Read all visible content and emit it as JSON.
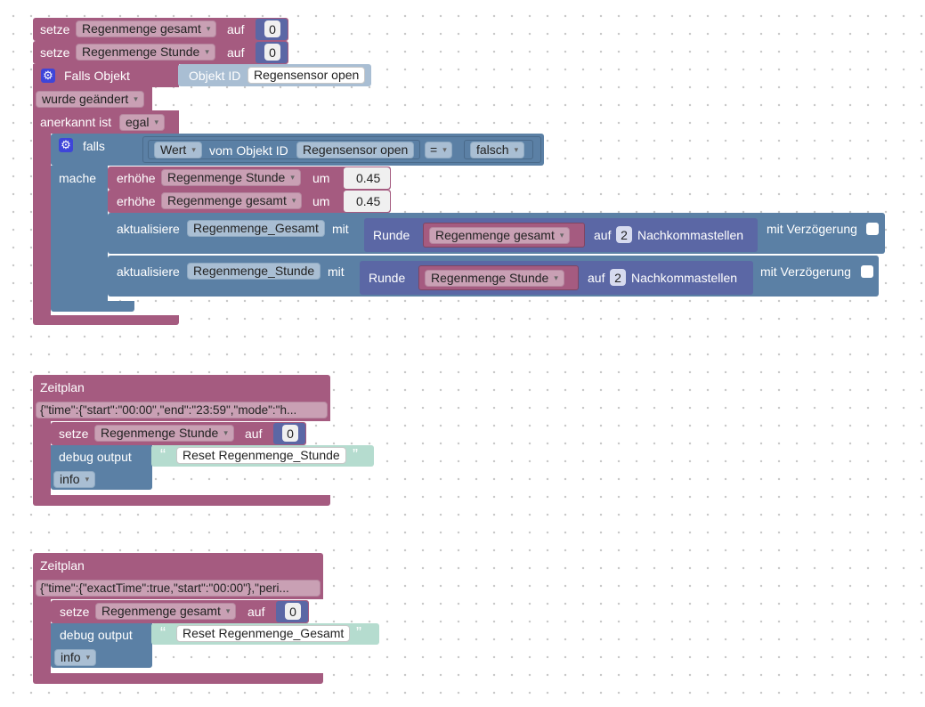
{
  "colors": {
    "procedure": "#a55b80",
    "logic": "#5b80a5",
    "math": "#5b67a5",
    "text": "#5ba58c",
    "object": "#a9bed3"
  },
  "script1": {
    "set1": {
      "kw": "setze",
      "var": "Regenmenge gesamt",
      "auf": "auf",
      "val": "0"
    },
    "set2": {
      "kw": "setze",
      "var": "Regenmenge Stunde",
      "auf": "auf",
      "val": "0"
    },
    "trigger": {
      "label": "Falls Objekt",
      "objekt_label": "Objekt ID",
      "objekt_value": "Regensensor open",
      "changed": "wurde geändert",
      "ack_label": "anerkannt ist",
      "ack_value": "egal"
    },
    "if_block": {
      "label": "falls",
      "mache": "mache",
      "wert": "Wert",
      "vom": "vom Objekt ID",
      "obj": "Regensensor open",
      "op": "=",
      "cmp": "falsch"
    },
    "inc1": {
      "kw": "erhöhe",
      "var": "Regenmenge Stunde",
      "um": "um",
      "val": "0.45"
    },
    "inc2": {
      "kw": "erhöhe",
      "var": "Regenmenge gesamt",
      "um": "um",
      "val": "0.45"
    },
    "upd1": {
      "kw": "aktualisiere",
      "obj": "Regenmenge_Gesamt",
      "mit": "mit",
      "runde": "Runde",
      "var": "Regenmenge gesamt",
      "auf": "auf",
      "digits": "2",
      "nk": "Nachkommastellen",
      "delay": "mit Verzögerung"
    },
    "upd2": {
      "kw": "aktualisiere",
      "obj": "Regenmenge_Stunde",
      "mit": "mit",
      "runde": "Runde",
      "var": "Regenmenge Stunde",
      "auf": "auf",
      "digits": "2",
      "nk": "Nachkommastellen",
      "delay": "mit Verzögerung"
    }
  },
  "script2": {
    "title": "Zeitplan",
    "cron": "{\"time\":{\"start\":\"00:00\",\"end\":\"23:59\",\"mode\":\"h...",
    "set": {
      "kw": "setze",
      "var": "Regenmenge Stunde",
      "auf": "auf",
      "val": "0"
    },
    "debug": {
      "kw": "debug output",
      "text": "Reset Regenmenge_Stunde",
      "level": "info"
    }
  },
  "script3": {
    "title": "Zeitplan",
    "cron": "{\"time\":{\"exactTime\":true,\"start\":\"00:00\"},\"peri...",
    "set": {
      "kw": "setze",
      "var": "Regenmenge gesamt",
      "auf": "auf",
      "val": "0"
    },
    "debug": {
      "kw": "debug output",
      "text": "Reset Regenmenge_Gesamt",
      "level": "info"
    }
  },
  "icons": {
    "dropdown": "▾",
    "gear": "⚙",
    "quote_open": "“",
    "quote_close": "”"
  }
}
